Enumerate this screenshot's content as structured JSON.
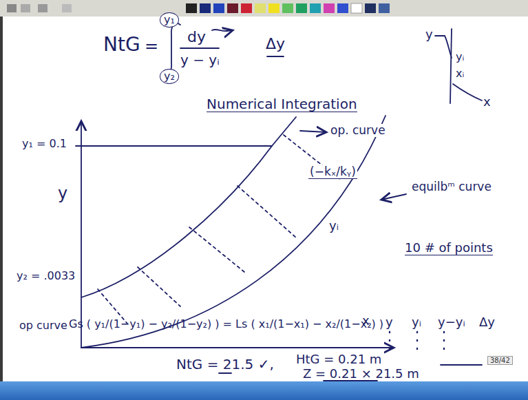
{
  "diagram": {
    "labels": [
      "NtG",
      "=",
      "y₁",
      "dy",
      "y − yᵢ",
      "y₂",
      "Δy",
      "y",
      "yᵢ",
      "xᵢ",
      "x",
      "Numerical Integration",
      "y₁ = 0.1",
      "y",
      "op. curve",
      "(−kₓ/kᵧ)",
      "equilbᵐ curve",
      "yᵢ",
      "10 # of points",
      "y₂ = .0033",
      "op curve",
      "Gs ( y₁/(1−y₁) − y₂/(1−y₂) ) = Ls ( x₁/(1−x₁) − x₂/(1−x₂) )",
      "x",
      "y",
      "yᵢ",
      "y−yᵢ",
      "Δy",
      "NtG = 21.5 ✓,",
      "HtG = 0.21 m",
      "Z = 0.21 × 21.5 m",
      "38/42"
    ]
  }
}
